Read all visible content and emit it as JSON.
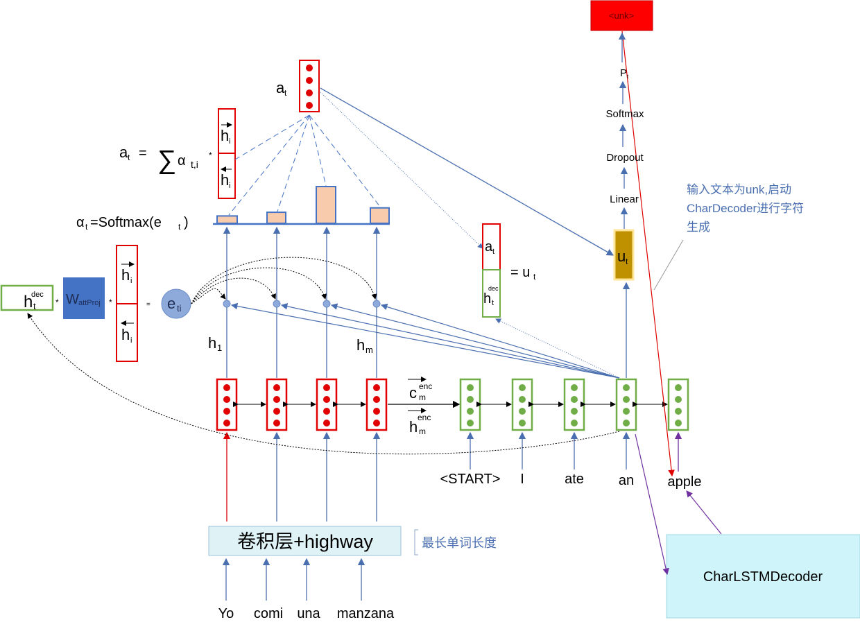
{
  "colors": {
    "encoder": "#e00000",
    "decoder": "#70ad47",
    "arrow": "#4a6fb0",
    "bar_fill": "#f8cbad",
    "weight": "#4472c4",
    "ut_fill": "#bf9000",
    "unk_fill": "#ff0000",
    "cnn_fill": "#dff3f7",
    "charlstm_fill": "#cff5fa",
    "purple": "#7030a0",
    "note": "#4a6fb0"
  },
  "encoder_words": [
    "Yo",
    "comi",
    "una",
    "manzana"
  ],
  "cnn_label": "卷积层+highway",
  "cnn_note": "最长单词长度",
  "decoder_words": [
    "<START>",
    "I",
    "ate",
    "an",
    "apple"
  ],
  "charlstm_label": "CharLSTMDecoder",
  "unk_label": "<unk>",
  "pipeline": {
    "pt": "P",
    "pt_sub": "t",
    "softmax": "Softmax",
    "dropout": "Dropout",
    "linear": "Linear",
    "ut": "u",
    "ut_sub": "t"
  },
  "note_lines": [
    "输入文本为unk,启动",
    "CharDecoder进行字符",
    "生成"
  ],
  "labels": {
    "h1": "h",
    "h1_sub": "1",
    "hm": "h",
    "hm_sub": "m",
    "c_enc": "c",
    "c_enc_sub": "m",
    "c_enc_sup": "enc",
    "h_enc": "h",
    "h_enc_sub": "m",
    "h_enc_sup": "enc",
    "hdec": "h",
    "hdec_sub": "t",
    "hdec_sup": "dec",
    "w": "W",
    "w_sub": "attProj",
    "hi": "h",
    "hi_sub": "i",
    "eti": "e",
    "eti_sub": "ti",
    "star": "*",
    "equals": "=",
    "alpha_formula": "α",
    "alpha_sub": "t",
    "alpha_rest": "=Softmax(e",
    "alpha_rest_sub": "t",
    "alpha_close": ")",
    "at": "a",
    "at_sub": "t",
    "sum_lhs": "a",
    "sum_lhs_sub": "t",
    "sum_eq": "=",
    "sum_sign": "∑",
    "sum_alpha": "α",
    "sum_alpha_sub": "t,i",
    "sum_star": "*",
    "eq_ut": "= u",
    "eq_ut_sub": "t"
  },
  "attention_weights": [
    0.2,
    0.3,
    1.0,
    0.42
  ]
}
